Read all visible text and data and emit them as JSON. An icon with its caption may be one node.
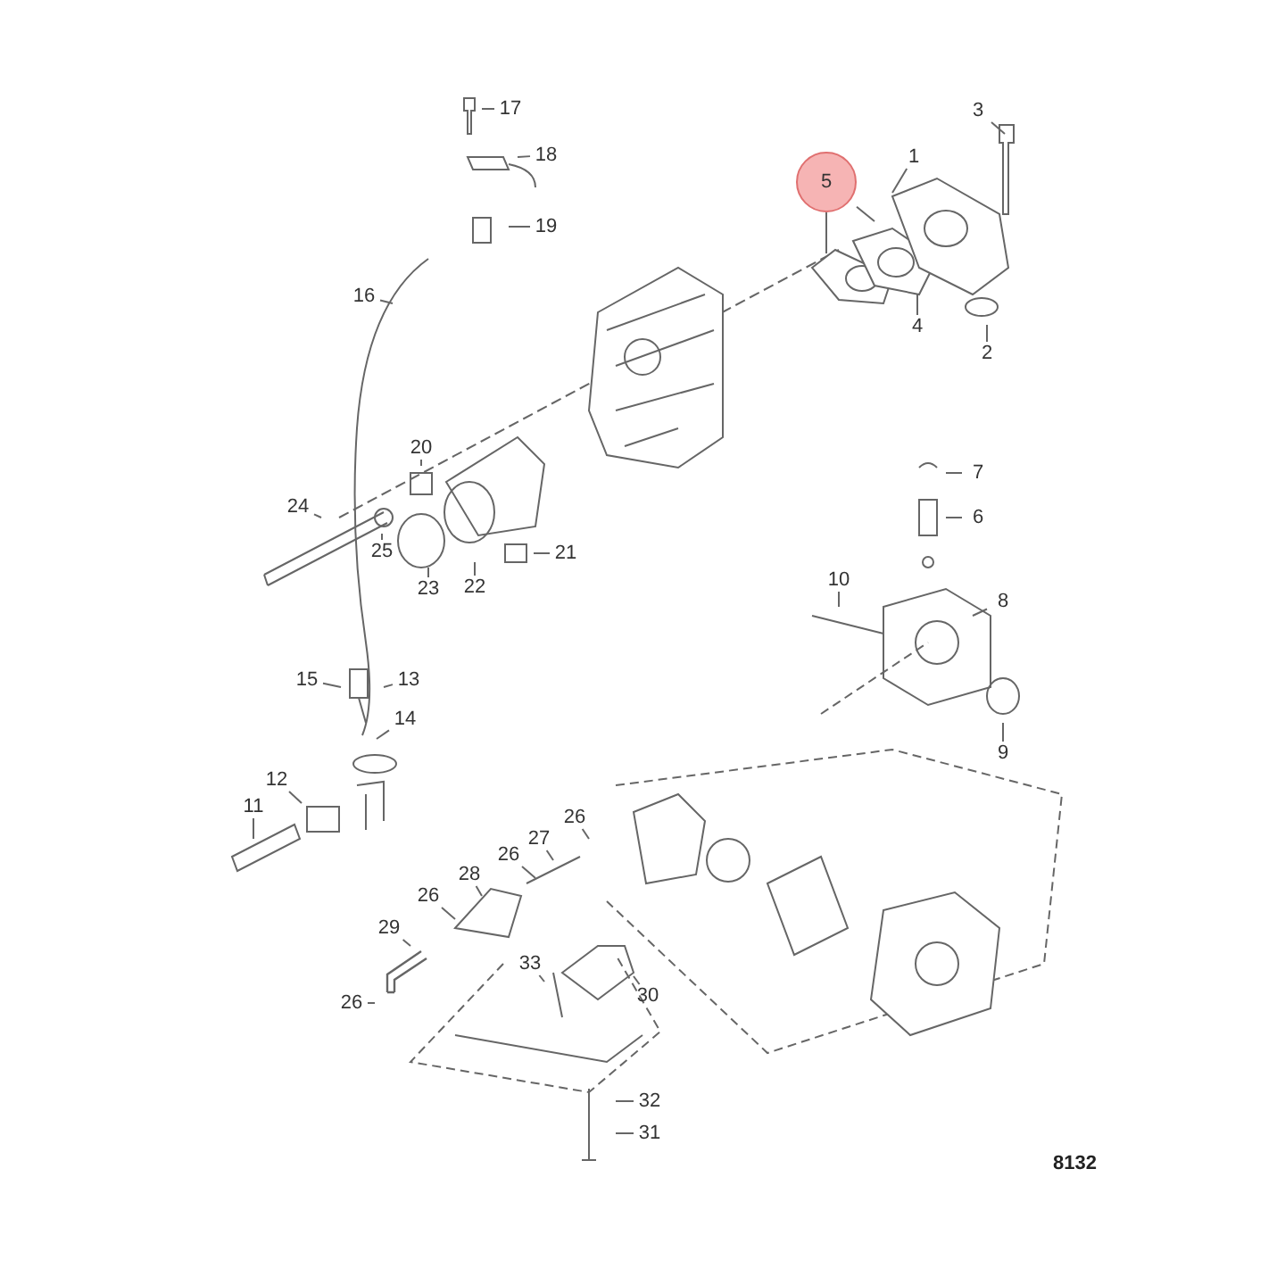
{
  "diagram": {
    "nodes": [
      {
        "text": [
          "17"
        ]
      },
      {
        "text": [
          "3"
        ]
      },
      {
        "text": [
          "1"
        ]
      },
      {
        "text": [
          "18"
        ]
      },
      {
        "text": [
          "5"
        ]
      },
      {
        "text": [
          "19"
        ]
      },
      {
        "text": [
          "16"
        ]
      },
      {
        "text": [
          "4"
        ]
      },
      {
        "text": [
          "2"
        ]
      },
      {
        "text": [
          "20"
        ]
      },
      {
        "text": [
          "7"
        ]
      },
      {
        "text": [
          "24"
        ]
      },
      {
        "text": [
          "6"
        ]
      },
      {
        "text": [
          "25"
        ]
      },
      {
        "text": [
          "21"
        ]
      },
      {
        "text": [
          "10"
        ]
      },
      {
        "text": [
          "22"
        ]
      },
      {
        "text": [
          "23"
        ]
      },
      {
        "text": [
          "8"
        ]
      },
      {
        "text": [
          "13"
        ]
      },
      {
        "text": [
          "15"
        ]
      },
      {
        "text": [
          "14"
        ]
      },
      {
        "text": [
          "9"
        ]
      },
      {
        "text": [
          "12"
        ]
      },
      {
        "text": [
          "11"
        ]
      },
      {
        "text": [
          "26"
        ]
      },
      {
        "text": [
          "27"
        ]
      },
      {
        "text": [
          "26"
        ]
      },
      {
        "text": [
          "28"
        ]
      },
      {
        "text": [
          "26"
        ]
      },
      {
        "text": [
          "29"
        ]
      },
      {
        "text": [
          "33"
        ]
      },
      {
        "text": [
          "26"
        ]
      },
      {
        "text": [
          "30"
        ]
      },
      {
        "text": [
          "32"
        ]
      },
      {
        "text": [
          "31"
        ]
      }
    ],
    "edges": [
      {
        "from": 0,
        "to": null,
        "arrow": "none"
      },
      {
        "from": 1,
        "to": null,
        "arrow": "none"
      },
      {
        "from": 2,
        "to": null,
        "arrow": "none"
      },
      {
        "from": 3,
        "to": null,
        "arrow": "none"
      },
      {
        "from": 4,
        "to": null,
        "arrow": "none"
      },
      {
        "from": 4,
        "to": null,
        "arrow": "none"
      },
      {
        "from": 5,
        "to": null,
        "arrow": "none"
      },
      {
        "from": 6,
        "to": null,
        "arrow": "none"
      },
      {
        "from": 7,
        "to": null,
        "arrow": "none"
      },
      {
        "from": 8,
        "to": null,
        "arrow": "none"
      },
      {
        "from": 9,
        "to": null,
        "arrow": "none"
      },
      {
        "from": 10,
        "to": null,
        "arrow": "none"
      },
      {
        "from": 11,
        "to": null,
        "arrow": "none"
      },
      {
        "from": 12,
        "to": null,
        "arrow": "none"
      },
      {
        "from": 13,
        "to": null,
        "arrow": "none"
      },
      {
        "from": 14,
        "to": null,
        "arrow": "none"
      },
      {
        "from": 15,
        "to": null,
        "arrow": "none"
      },
      {
        "from": 16,
        "to": null,
        "arrow": "none"
      },
      {
        "from": 17,
        "to": null,
        "arrow": "none"
      },
      {
        "from": 18,
        "to": null,
        "arrow": "none"
      },
      {
        "from": 19,
        "to": null,
        "arrow": "none"
      },
      {
        "from": 20,
        "to": null,
        "arrow": "none"
      },
      {
        "from": 21,
        "to": null,
        "arrow": "none"
      },
      {
        "from": 22,
        "to": null,
        "arrow": "none"
      },
      {
        "from": 23,
        "to": null,
        "arrow": "none"
      },
      {
        "from": 24,
        "to": null,
        "arrow": "none"
      },
      {
        "from": 25,
        "to": null,
        "arrow": "none"
      },
      {
        "from": 26,
        "to": null,
        "arrow": "none"
      },
      {
        "from": 27,
        "to": null,
        "arrow": "none"
      },
      {
        "from": 28,
        "to": null,
        "arrow": "none"
      },
      {
        "from": 29,
        "to": null,
        "arrow": "none"
      },
      {
        "from": 30,
        "to": null,
        "arrow": "none"
      },
      {
        "from": 31,
        "to": null,
        "arrow": "none"
      },
      {
        "from": 32,
        "to": null,
        "arrow": "none"
      },
      {
        "from": 33,
        "to": null,
        "arrow": "none"
      },
      {
        "from": 34,
        "to": null,
        "arrow": "none"
      },
      {
        "from": 35,
        "to": null,
        "arrow": "none"
      }
    ],
    "labels": [
      "8132"
    ]
  }
}
